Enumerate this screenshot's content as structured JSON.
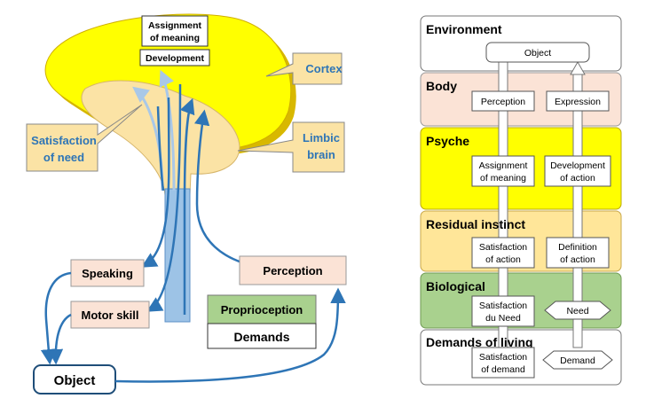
{
  "left": {
    "labels": {
      "assignment_line1": "Assignment",
      "assignment_line2": "of meaning",
      "development": "Development",
      "cortex": "Cortex",
      "satisfaction_line1": "Satisfaction",
      "satisfaction_line2": "of need",
      "limbic_line1": "Limbic",
      "limbic_line2": "brain",
      "speaking": "Speaking",
      "motor_skill": "Motor skill",
      "perception": "Perception",
      "proprioception": "Proprioception",
      "demands": "Demands",
      "object": "Object"
    },
    "colors": {
      "cortex": "#ffff00",
      "limbic": "#fbe3a5",
      "stem": "#9dc3e6",
      "arrow": "#2e75b6",
      "arrow_light": "#a9c8e8",
      "callout": "#fbe3a5",
      "callout_text": "#2e75b6",
      "box_pink": "#fbe3d6",
      "box_green": "#a9d18e"
    }
  },
  "right": {
    "layers": [
      {
        "name": "Environment",
        "color": "#ffffff"
      },
      {
        "name": "Body",
        "color": "#fbe3d6"
      },
      {
        "name": "Psyche",
        "color": "#ffff00"
      },
      {
        "name": "Residual instinct",
        "color": "#ffe699"
      },
      {
        "name": "Biological",
        "color": "#a9d18e"
      },
      {
        "name": "Demands of living",
        "color": "#ffffff"
      }
    ],
    "boxes": {
      "object": "Object",
      "perception": "Perception",
      "expression": "Expression",
      "assignment_line1": "Assignment",
      "assignment_line2": "of meaning",
      "development_line1": "Development",
      "development_line2": "of action",
      "satisfaction_action_line1": "Satisfaction",
      "satisfaction_action_line2": "of action",
      "definition_line1": "Definition",
      "definition_line2": "of action",
      "satisfaction_need_line1": "Satisfaction",
      "satisfaction_need_line2": "du Need",
      "need": "Need",
      "satisfaction_demand_line1": "Satisfaction",
      "satisfaction_demand_line2": "of demand",
      "demand": "Demand"
    }
  }
}
